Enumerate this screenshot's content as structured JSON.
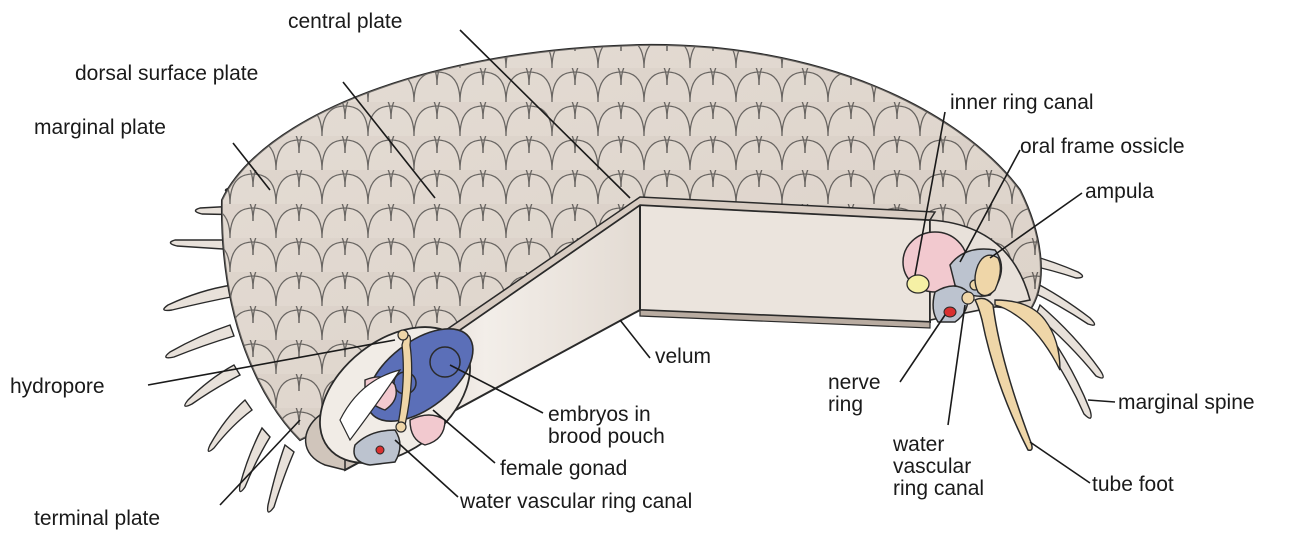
{
  "labels": {
    "central_plate": "central plate",
    "dorsal_surface_plate": "dorsal surface plate",
    "marginal_plate": "marginal plate",
    "hydropore": "hydropore",
    "terminal_plate": "terminal plate",
    "velum": "velum",
    "embryos_line1": "embryos in",
    "embryos_line2": "brood pouch",
    "female_gonad": "female gonad",
    "water_vascular_ring_canal_left": "water vascular ring canal",
    "inner_ring_canal": "inner ring canal",
    "oral_frame_ossicle": "oral frame ossicle",
    "ampula": "ampula",
    "nerve_line1": "nerve",
    "nerve_line2": "ring",
    "wvrc_line1": "water",
    "wvrc_line2": "vascular",
    "wvrc_line3": "ring canal",
    "marginal_spine": "marginal spine",
    "tube_foot": "tube foot"
  },
  "colors": {
    "plate_fill": "#dcd3cb",
    "plate_stroke": "#2a2a2a",
    "cut_face": "#ece6e0",
    "cut_shadow": "#cfc4bb",
    "water_vascular": "#bcc3cf",
    "brood_pouch": "#5b6fb8",
    "gonad": "#f2c9cf",
    "tube_foot": "#efd6a8",
    "nerve": "#d93030",
    "inner_ring": "#f5f0a5"
  }
}
